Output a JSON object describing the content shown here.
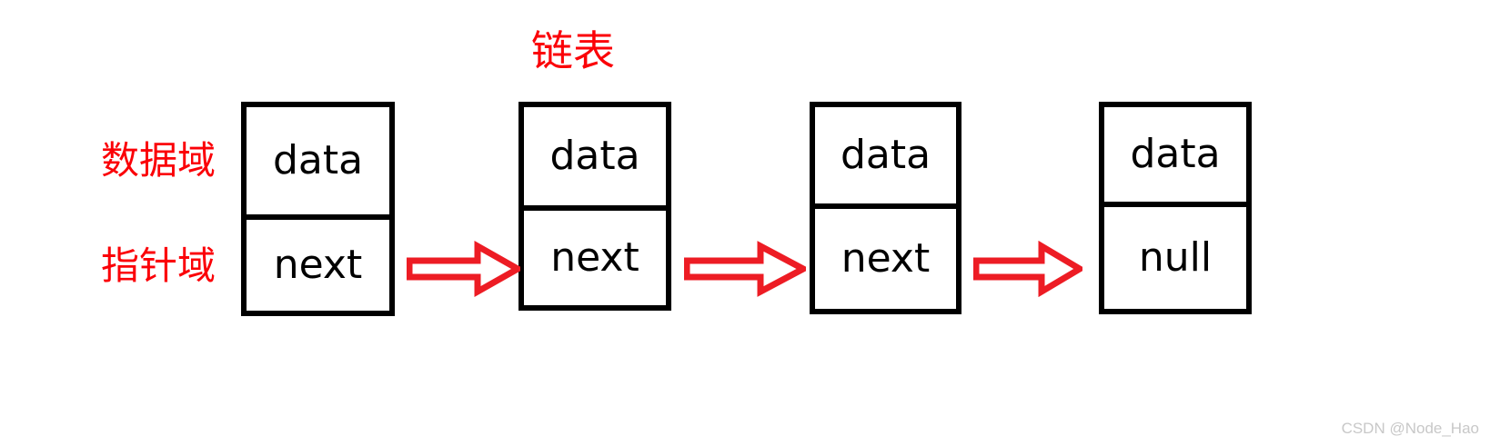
{
  "diagram": {
    "title": "链表",
    "title_color": "#fb0007",
    "background_color": "#ffffff",
    "border_color": "#000000",
    "arrow_color": "#fb0007",
    "text_color": "#000000"
  },
  "labels": {
    "data_field": "数据域",
    "pointer_field": "指针域"
  },
  "nodes": [
    {
      "id": "node-1",
      "data": "data",
      "next": "next"
    },
    {
      "id": "node-2",
      "data": "data",
      "next": "next"
    },
    {
      "id": "node-3",
      "data": "data",
      "next": "next"
    },
    {
      "id": "node-4",
      "data": "data",
      "next": "null"
    }
  ],
  "arrows": [
    {
      "id": "arrow-1",
      "from": "node-1",
      "to": "node-2",
      "direction": "right"
    },
    {
      "id": "arrow-2",
      "from": "node-2",
      "to": "node-3",
      "direction": "right"
    },
    {
      "id": "arrow-3",
      "from": "node-3",
      "to": "node-4",
      "direction": "right"
    }
  ],
  "watermark": {
    "text": "CSDN @Node_Hao"
  }
}
